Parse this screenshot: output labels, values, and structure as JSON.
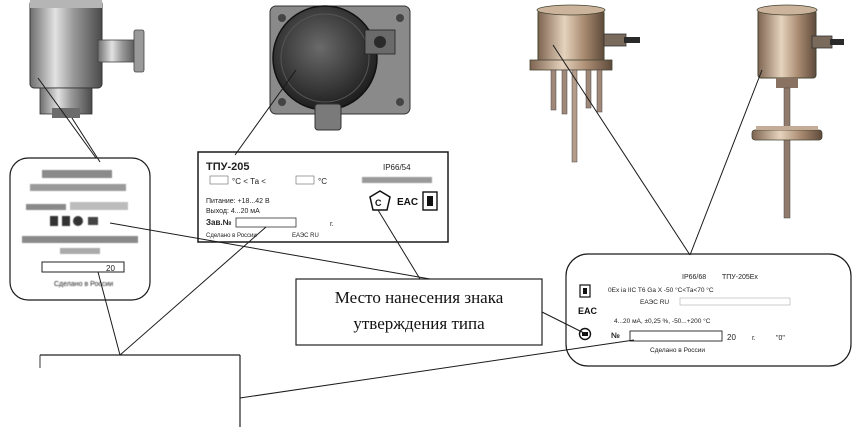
{
  "callout": {
    "line1": "Место нанесения знака",
    "line2": "утверждения типа"
  },
  "plates": {
    "center": {
      "model": "ТПУ-205",
      "ip": "IP66/54",
      "temp_label": "°С < Та <",
      "temp_unit": "°С",
      "power": "Питание: +18...42 В",
      "output": "Выход: 4...20 мА",
      "serial_label": "Зав.№",
      "year_suffix": "г.",
      "made_in": "Сделано в России",
      "eac": "ЕАЭС RU"
    },
    "right": {
      "ip": "IP66/68",
      "model": "ТПУ-205Ex",
      "ex_marking": "0Ex ia IIC T6 Ga X  -50 °С<Та<70 °С",
      "eac": "ЕАЭС RU",
      "output": "4...20 мА,  ±0,25 %,  -50...+200 °С",
      "serial_label": "№",
      "year": "20",
      "year_suffix": "г.",
      "quote": "\"0\"",
      "made_in": "Сделано в России"
    },
    "left": {
      "serial_digits": "20",
      "made_in": "Сделано в России"
    }
  },
  "colors": {
    "line": "#1a1a1a",
    "device_dark": "#3a3a3a",
    "steel_light": "#c9c9c9",
    "brass": "#b89a78"
  }
}
